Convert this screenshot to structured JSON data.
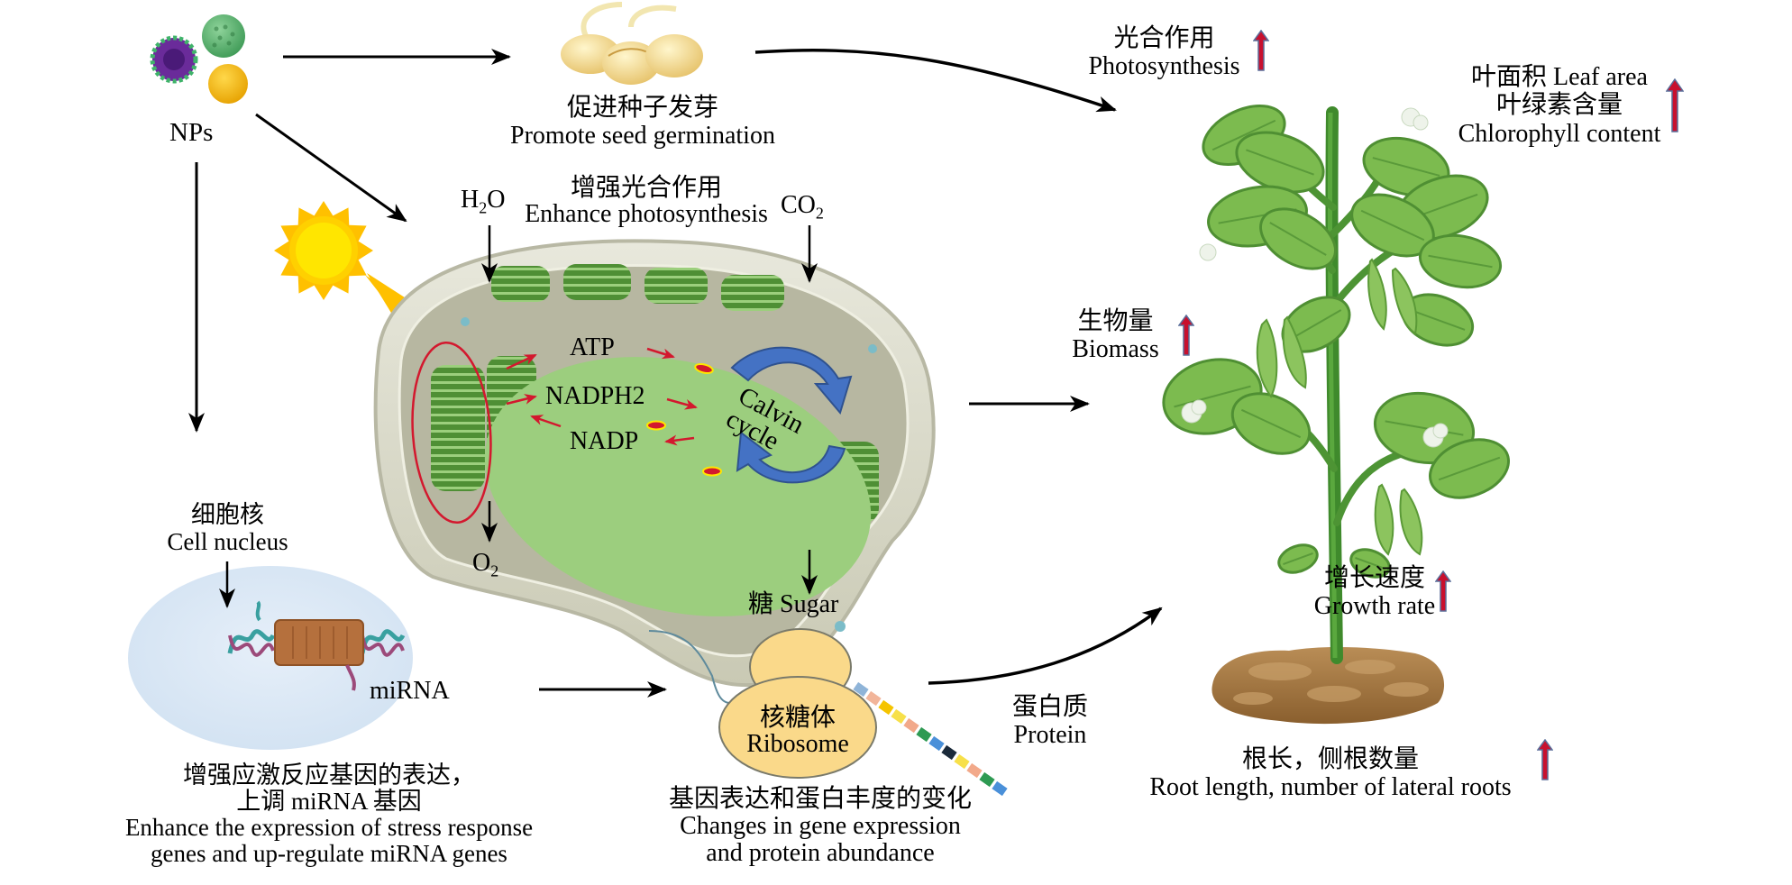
{
  "title": "Nanoparticle effects on plant growth",
  "nps": {
    "label": "NPs"
  },
  "seed": {
    "zh": "促进种子发芽",
    "en": "Promote seed germination"
  },
  "chloroplast": {
    "zh": "增强光合作用",
    "en": "Enhance photosynthesis",
    "inputs": {
      "water": "H",
      "water_sub": "2",
      "water_tail": "O",
      "co2": "CO",
      "co2_sub": "2"
    },
    "output_o2": "O",
    "output_o2_sub": "2",
    "molecules": [
      "ATP",
      "NADPH2",
      "NADP"
    ],
    "cycle_line1": "Calvin",
    "cycle_line2": "cycle"
  },
  "sugar": {
    "label": "糖 Sugar"
  },
  "nucleus": {
    "zh": "细胞核",
    "en": "Cell nucleus",
    "mirna": "miRNA",
    "desc_zh_1": "增强应激反应基因的表达，",
    "desc_zh_2": "上调 miRNA 基因",
    "desc_en_1": "Enhance the expression of stress response",
    "desc_en_2": "genes and  up-regulate miRNA genes"
  },
  "ribosome": {
    "zh": "核糖体",
    "en": "Ribosome",
    "desc_zh": "基因表达和蛋白丰度的变化",
    "desc_en_1": "Changes in gene expression",
    "desc_en_2": "and protein abundance"
  },
  "protein": {
    "zh": "蛋白质",
    "en": "Protein"
  },
  "plant_effects": [
    {
      "id": "photosynthesis",
      "zh": "光合作用",
      "en": "Photosynthesis",
      "trend": "increase"
    },
    {
      "id": "leaf",
      "zh": "叶面积 Leaf area",
      "zh2": "叶绿素含量",
      "en": "Chlorophyll content",
      "trend": "increase"
    },
    {
      "id": "biomass",
      "zh": "生物量",
      "en": "Biomass",
      "trend": "increase"
    },
    {
      "id": "growth",
      "zh": "增长速度",
      "en": "Growth rate",
      "trend": "increase"
    },
    {
      "id": "root",
      "zh": "根长，侧根数量",
      "en": "Root length, number of lateral roots",
      "trend": "increase"
    }
  ],
  "colors": {
    "arrow": "#000000",
    "increase_arrow": "#c8102e",
    "increase_arrow_border": "#5a6e9a",
    "stroma": "#9cce7e",
    "calvin": "#4472c4",
    "sun": "#ffc000",
    "sun_core": "#ffe600",
    "nucleus": "#dbe8f5",
    "ribosome": "#fad98a",
    "plant": "#5a9e3a",
    "soil": "#a77a45"
  }
}
